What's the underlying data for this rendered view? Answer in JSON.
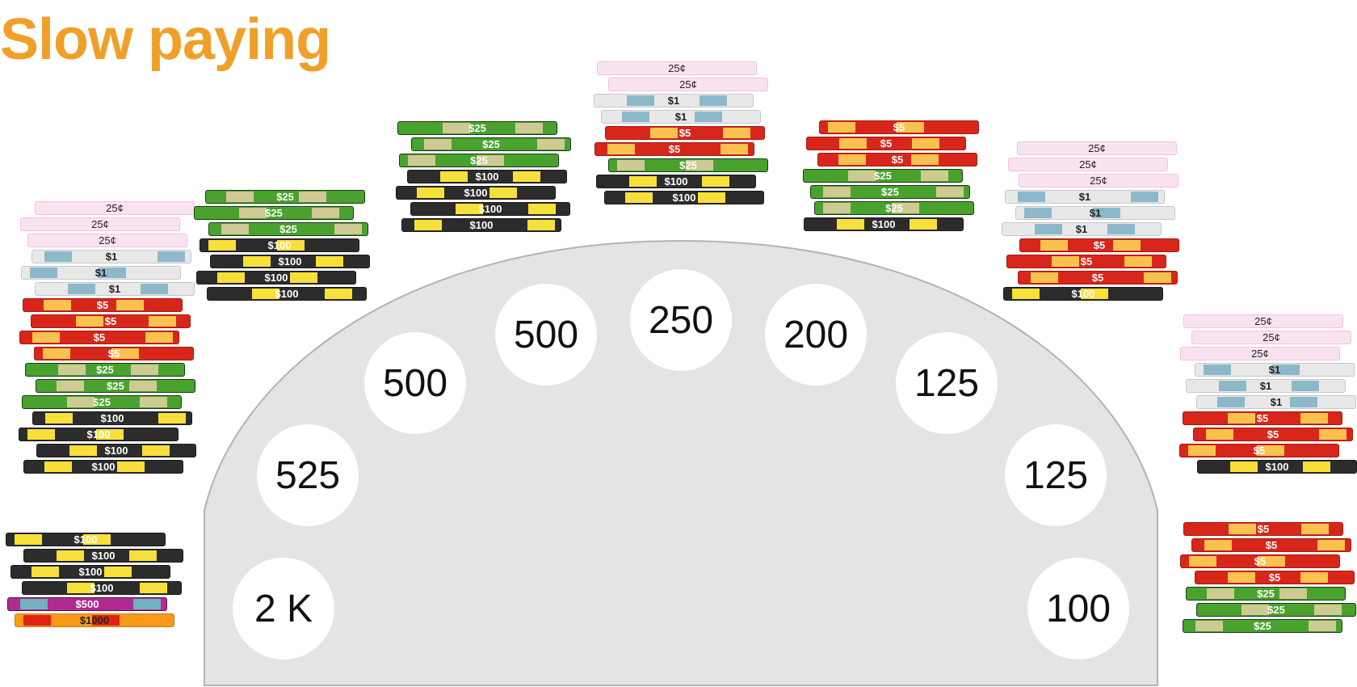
{
  "title": "Slow paying",
  "table": {
    "felt_color": "#e4e4e4"
  },
  "bets": [
    {
      "id": "seat-1",
      "amount": "2 K"
    },
    {
      "id": "seat-2",
      "amount": "525"
    },
    {
      "id": "seat-3",
      "amount": "500"
    },
    {
      "id": "seat-4",
      "amount": "500"
    },
    {
      "id": "seat-5",
      "amount": "250"
    },
    {
      "id": "seat-6",
      "amount": "200"
    },
    {
      "id": "seat-7",
      "amount": "125"
    },
    {
      "id": "seat-8",
      "amount": "125"
    },
    {
      "id": "seat-9",
      "amount": "100"
    }
  ],
  "chip_labels": {
    "q": "25¢",
    "1": "$1",
    "5": "$5",
    "25": "$25",
    "100": "$100",
    "500": "$500",
    "1000": "$1000"
  },
  "chip_colors": {
    "q": "#fae3f1",
    "1": "#e8e8e8",
    "5": "#d9261a",
    "25": "#4aa22e",
    "100": "#2c2c2c",
    "500": "#b12a8f",
    "1000": "#f99a1a"
  },
  "payout_stacks": [
    {
      "id": "stack-seat-1",
      "chips": [
        "100",
        "100",
        "100",
        "100",
        "500",
        "1000"
      ]
    },
    {
      "id": "stack-seat-2",
      "chips": [
        "q",
        "q",
        "q",
        "1",
        "1",
        "1",
        "5",
        "5",
        "5",
        "5",
        "25",
        "25",
        "25",
        "100",
        "100",
        "100",
        "100"
      ]
    },
    {
      "id": "stack-seat-3",
      "chips": [
        "25",
        "25",
        "25",
        "100",
        "100",
        "100",
        "100"
      ]
    },
    {
      "id": "stack-seat-4",
      "chips": [
        "25",
        "25",
        "25",
        "100",
        "100",
        "100",
        "100"
      ]
    },
    {
      "id": "stack-seat-5",
      "chips": [
        "q",
        "q",
        "1",
        "1",
        "5",
        "5",
        "25",
        "100",
        "100"
      ]
    },
    {
      "id": "stack-seat-6",
      "chips": [
        "5",
        "5",
        "5",
        "25",
        "25",
        "25",
        "100"
      ]
    },
    {
      "id": "stack-seat-7",
      "chips": [
        "q",
        "q",
        "q",
        "1",
        "1",
        "1",
        "5",
        "5",
        "5",
        "100"
      ]
    },
    {
      "id": "stack-seat-8",
      "chips": [
        "q",
        "q",
        "q",
        "1",
        "1",
        "1",
        "5",
        "5",
        "5",
        "100"
      ]
    },
    {
      "id": "stack-seat-9",
      "chips": [
        "5",
        "5",
        "5",
        "5",
        "25",
        "25",
        "25"
      ]
    }
  ]
}
